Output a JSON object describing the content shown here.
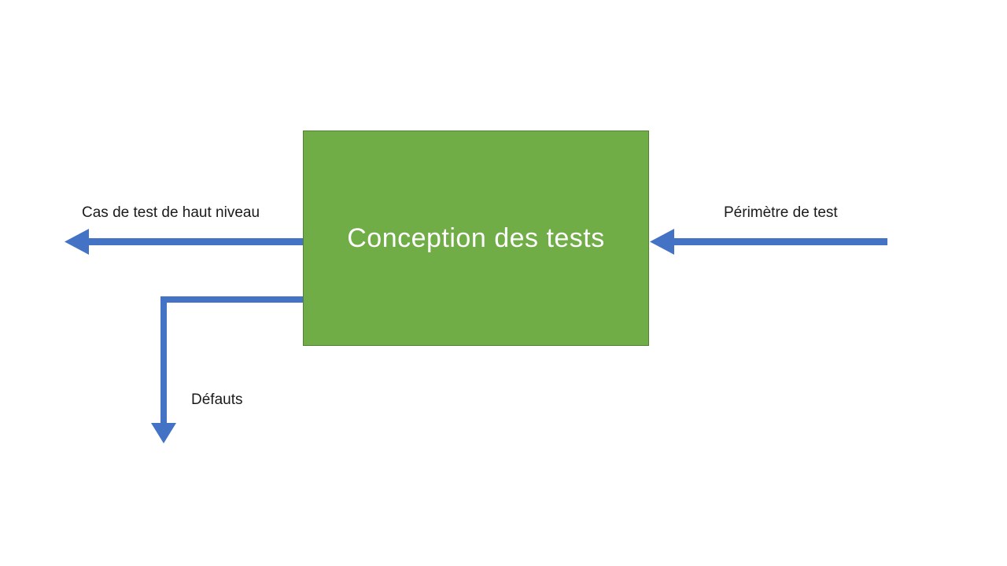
{
  "diagram": {
    "box": {
      "label": "Conception des tests"
    },
    "arrows": [
      {
        "id": "high-level-test-cases",
        "label": "Cas de test de haut niveau",
        "direction": "out-left"
      },
      {
        "id": "test-scope",
        "label": "Périmètre de test",
        "direction": "in-from-right"
      },
      {
        "id": "defects",
        "label": "Défauts",
        "direction": "out-down-elbow"
      }
    ]
  },
  "colors": {
    "box_fill": "#70AD47",
    "box_border": "#548235",
    "box_text": "#FFFFFF",
    "arrow": "#4472C4",
    "label_text": "#1A1A1A",
    "background": "#FFFFFF"
  }
}
